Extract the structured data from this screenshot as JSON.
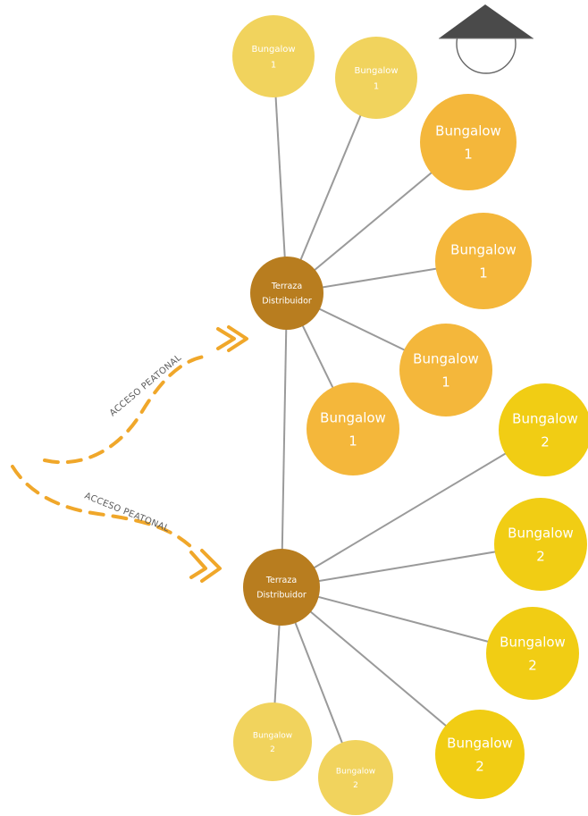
{
  "colors": {
    "hub": "#b87d1f",
    "bungalow_1": "#f4b73b",
    "bungalow_1_pale": "#f1d35d",
    "bungalow_2": "#f1cd14",
    "bungalow_2_pale": "#f1d35d",
    "connector": "#9a9a9a",
    "pedestrian_path": "#f0a72a"
  },
  "hubs": [
    {
      "id": "hub-top",
      "line1": "Terraza",
      "line2": "Distribuidor"
    },
    {
      "id": "hub-bottom",
      "line1": "Terraza",
      "line2": "Distribuidor"
    }
  ],
  "bungalows": [
    {
      "id": "b1",
      "hub": "hub-top",
      "line1": "Bungalow",
      "line2": "1",
      "tone": "pale"
    },
    {
      "id": "b2",
      "hub": "hub-top",
      "line1": "Bungalow",
      "line2": "1",
      "tone": "pale"
    },
    {
      "id": "b3",
      "hub": "hub-top",
      "line1": "Bungalow",
      "line2": "1",
      "tone": "bright"
    },
    {
      "id": "b4",
      "hub": "hub-top",
      "line1": "Bungalow",
      "line2": "1",
      "tone": "bright"
    },
    {
      "id": "b5",
      "hub": "hub-top",
      "line1": "Bungalow",
      "line2": "1",
      "tone": "bright"
    },
    {
      "id": "b6",
      "hub": "hub-top",
      "line1": "Bungalow",
      "line2": "1",
      "tone": "bright"
    },
    {
      "id": "b7",
      "hub": "hub-bottom",
      "line1": "Bungalow",
      "line2": "2",
      "tone": "bright"
    },
    {
      "id": "b8",
      "hub": "hub-bottom",
      "line1": "Bungalow",
      "line2": "2",
      "tone": "bright"
    },
    {
      "id": "b9",
      "hub": "hub-bottom",
      "line1": "Bungalow",
      "line2": "2",
      "tone": "bright"
    },
    {
      "id": "b10",
      "hub": "hub-bottom",
      "line1": "Bungalow",
      "line2": "2",
      "tone": "bright"
    },
    {
      "id": "b11",
      "hub": "hub-bottom",
      "line1": "Bungalow",
      "line2": "2",
      "tone": "pale"
    },
    {
      "id": "b12",
      "hub": "hub-bottom",
      "line1": "Bungalow",
      "line2": "2",
      "tone": "pale"
    }
  ],
  "access_labels": [
    "ACCESO PEATONAL",
    "ACCESO PEATONAL"
  ],
  "orientation_icon": "sun-path-icon"
}
